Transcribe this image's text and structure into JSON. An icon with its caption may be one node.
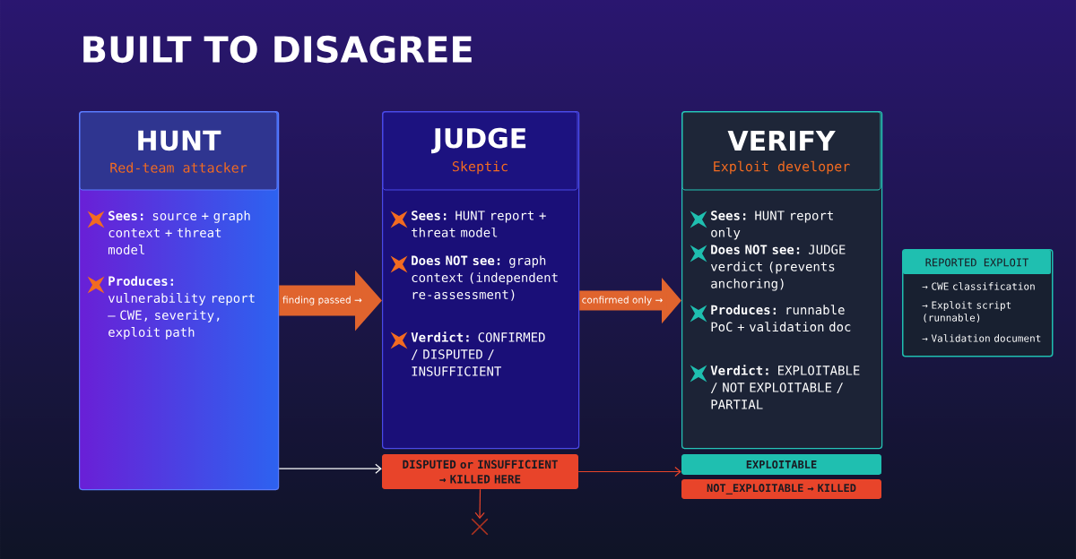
{
  "diagram": {
    "title": "BUILT TO DISAGREE",
    "nodes": [
      {
        "text": [
          "HUNT",
          "Red-team attacker",
          "**Sees:** source + graph context + threat model",
          "**Produces:** vulnerability report — CWE, severity, exploit path"
        ]
      },
      {
        "text": [
          "JUDGE",
          "Skeptic",
          "**Sees:** HUNT report + threat model",
          "**Does NOT see:** graph context (independent re-assessment)",
          "**Verdict:** CONFIRMED / DISPUTED / INSUFFICIENT"
        ]
      },
      {
        "text": [
          "VERIFY",
          "Exploit developer",
          "**Sees:** HUNT report only",
          "**Does NOT see:** JUDGE verdict (prevents anchoring)",
          "**Produces:** runnable PoC + validation doc",
          "**Verdict:** EXPLOITABLE / NOT EXPLOITABLE / PARTIAL"
        ]
      },
      {
        "text": [
          "DISPUTED or INSUFFICIENT → KILLED HERE"
        ]
      },
      {
        "text": [],
        "shape": "cross"
      },
      {
        "text": [
          "EXPLOITABLE"
        ]
      },
      {
        "text": [
          "NOT_EXPLOITABLE → KILLED"
        ]
      },
      {
        "text": [
          "REPORTED EXPLOIT",
          "→ CWE classification",
          "→ Exploit script (runnable)",
          "→ Validation document"
        ]
      }
    ],
    "edges": [
      {
        "from": 0,
        "to": 1,
        "arrow": "to",
        "label": "finding passed →",
        "style": "thick",
        "color": "#e0642e"
      },
      {
        "from": 1,
        "to": 2,
        "arrow": "to",
        "label": "confirmed only →",
        "style": "thick",
        "color": "#e0642e"
      },
      {
        "from": 0,
        "to": 3,
        "arrow": "to",
        "color": "#ffffff"
      },
      {
        "from": 3,
        "to": 5,
        "arrow": "to",
        "color": "#e8442a"
      },
      {
        "from": 3,
        "to": 4,
        "arrow": "to",
        "color": "#e8442a"
      }
    ]
  }
}
